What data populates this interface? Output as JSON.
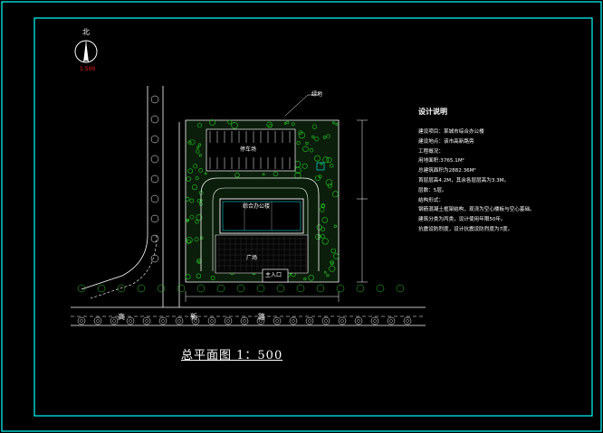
{
  "compass": {
    "north_label": "北",
    "scale_text": "1:500"
  },
  "title": "总平面图  1：500",
  "notes": {
    "heading": "设计说明",
    "lines": [
      "建设项目：某城市综合办公楼",
      "建设地点：该市高新路旁",
      "工程概况：",
      "用地面积:3765.1M²",
      "总建筑面积为2882.36M²",
      "首层层高4.2M，其余各层层高为3.3M。",
      "层数：5层。",
      "结构形式：",
      "钢筋混凝土框架结构，现浇为空心楼板与空心基础。",
      "建筑分类为丙类，设计使用年限50年。",
      "抗震设防烈度，设计抗震设防烈度为7度。"
    ]
  },
  "road_chars": [
    "高",
    "新",
    "路"
  ],
  "labels": {
    "parking": "停车场",
    "building": "综合办公楼",
    "plaza": "广场",
    "entrance": "主入口",
    "green": "绿地"
  },
  "colors": {
    "frame": "#00ffff",
    "lines": "#ffffff",
    "green": "#22cc22",
    "accent": "#ff2020"
  }
}
